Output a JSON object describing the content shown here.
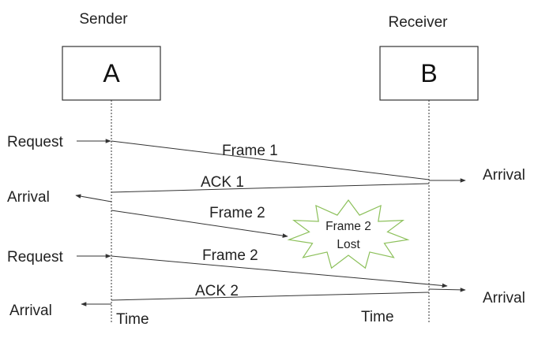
{
  "participants": {
    "sender": {
      "role": "Sender",
      "name": "A"
    },
    "receiver": {
      "role": "Receiver",
      "name": "B"
    }
  },
  "events": {
    "request_1": "Request",
    "arrival_b_1": "Arrival",
    "arrival_a_1": "Arrival",
    "request_2": "Request",
    "arrival_b_2": "Arrival",
    "arrival_a_2": "Arrival"
  },
  "messages": {
    "frame_1": "Frame 1",
    "ack_1": "ACK 1",
    "frame_2_lost": "Frame 2",
    "frame_2_retry": "Frame 2",
    "ack_2": "ACK 2"
  },
  "loss_marker": {
    "line1": "Frame 2",
    "line2": "Lost"
  },
  "timeline": {
    "sender_time": "Time",
    "receiver_time": "Time"
  },
  "colors": {
    "loss_starburst_stroke": "#8cc05a",
    "line": "#333333"
  }
}
